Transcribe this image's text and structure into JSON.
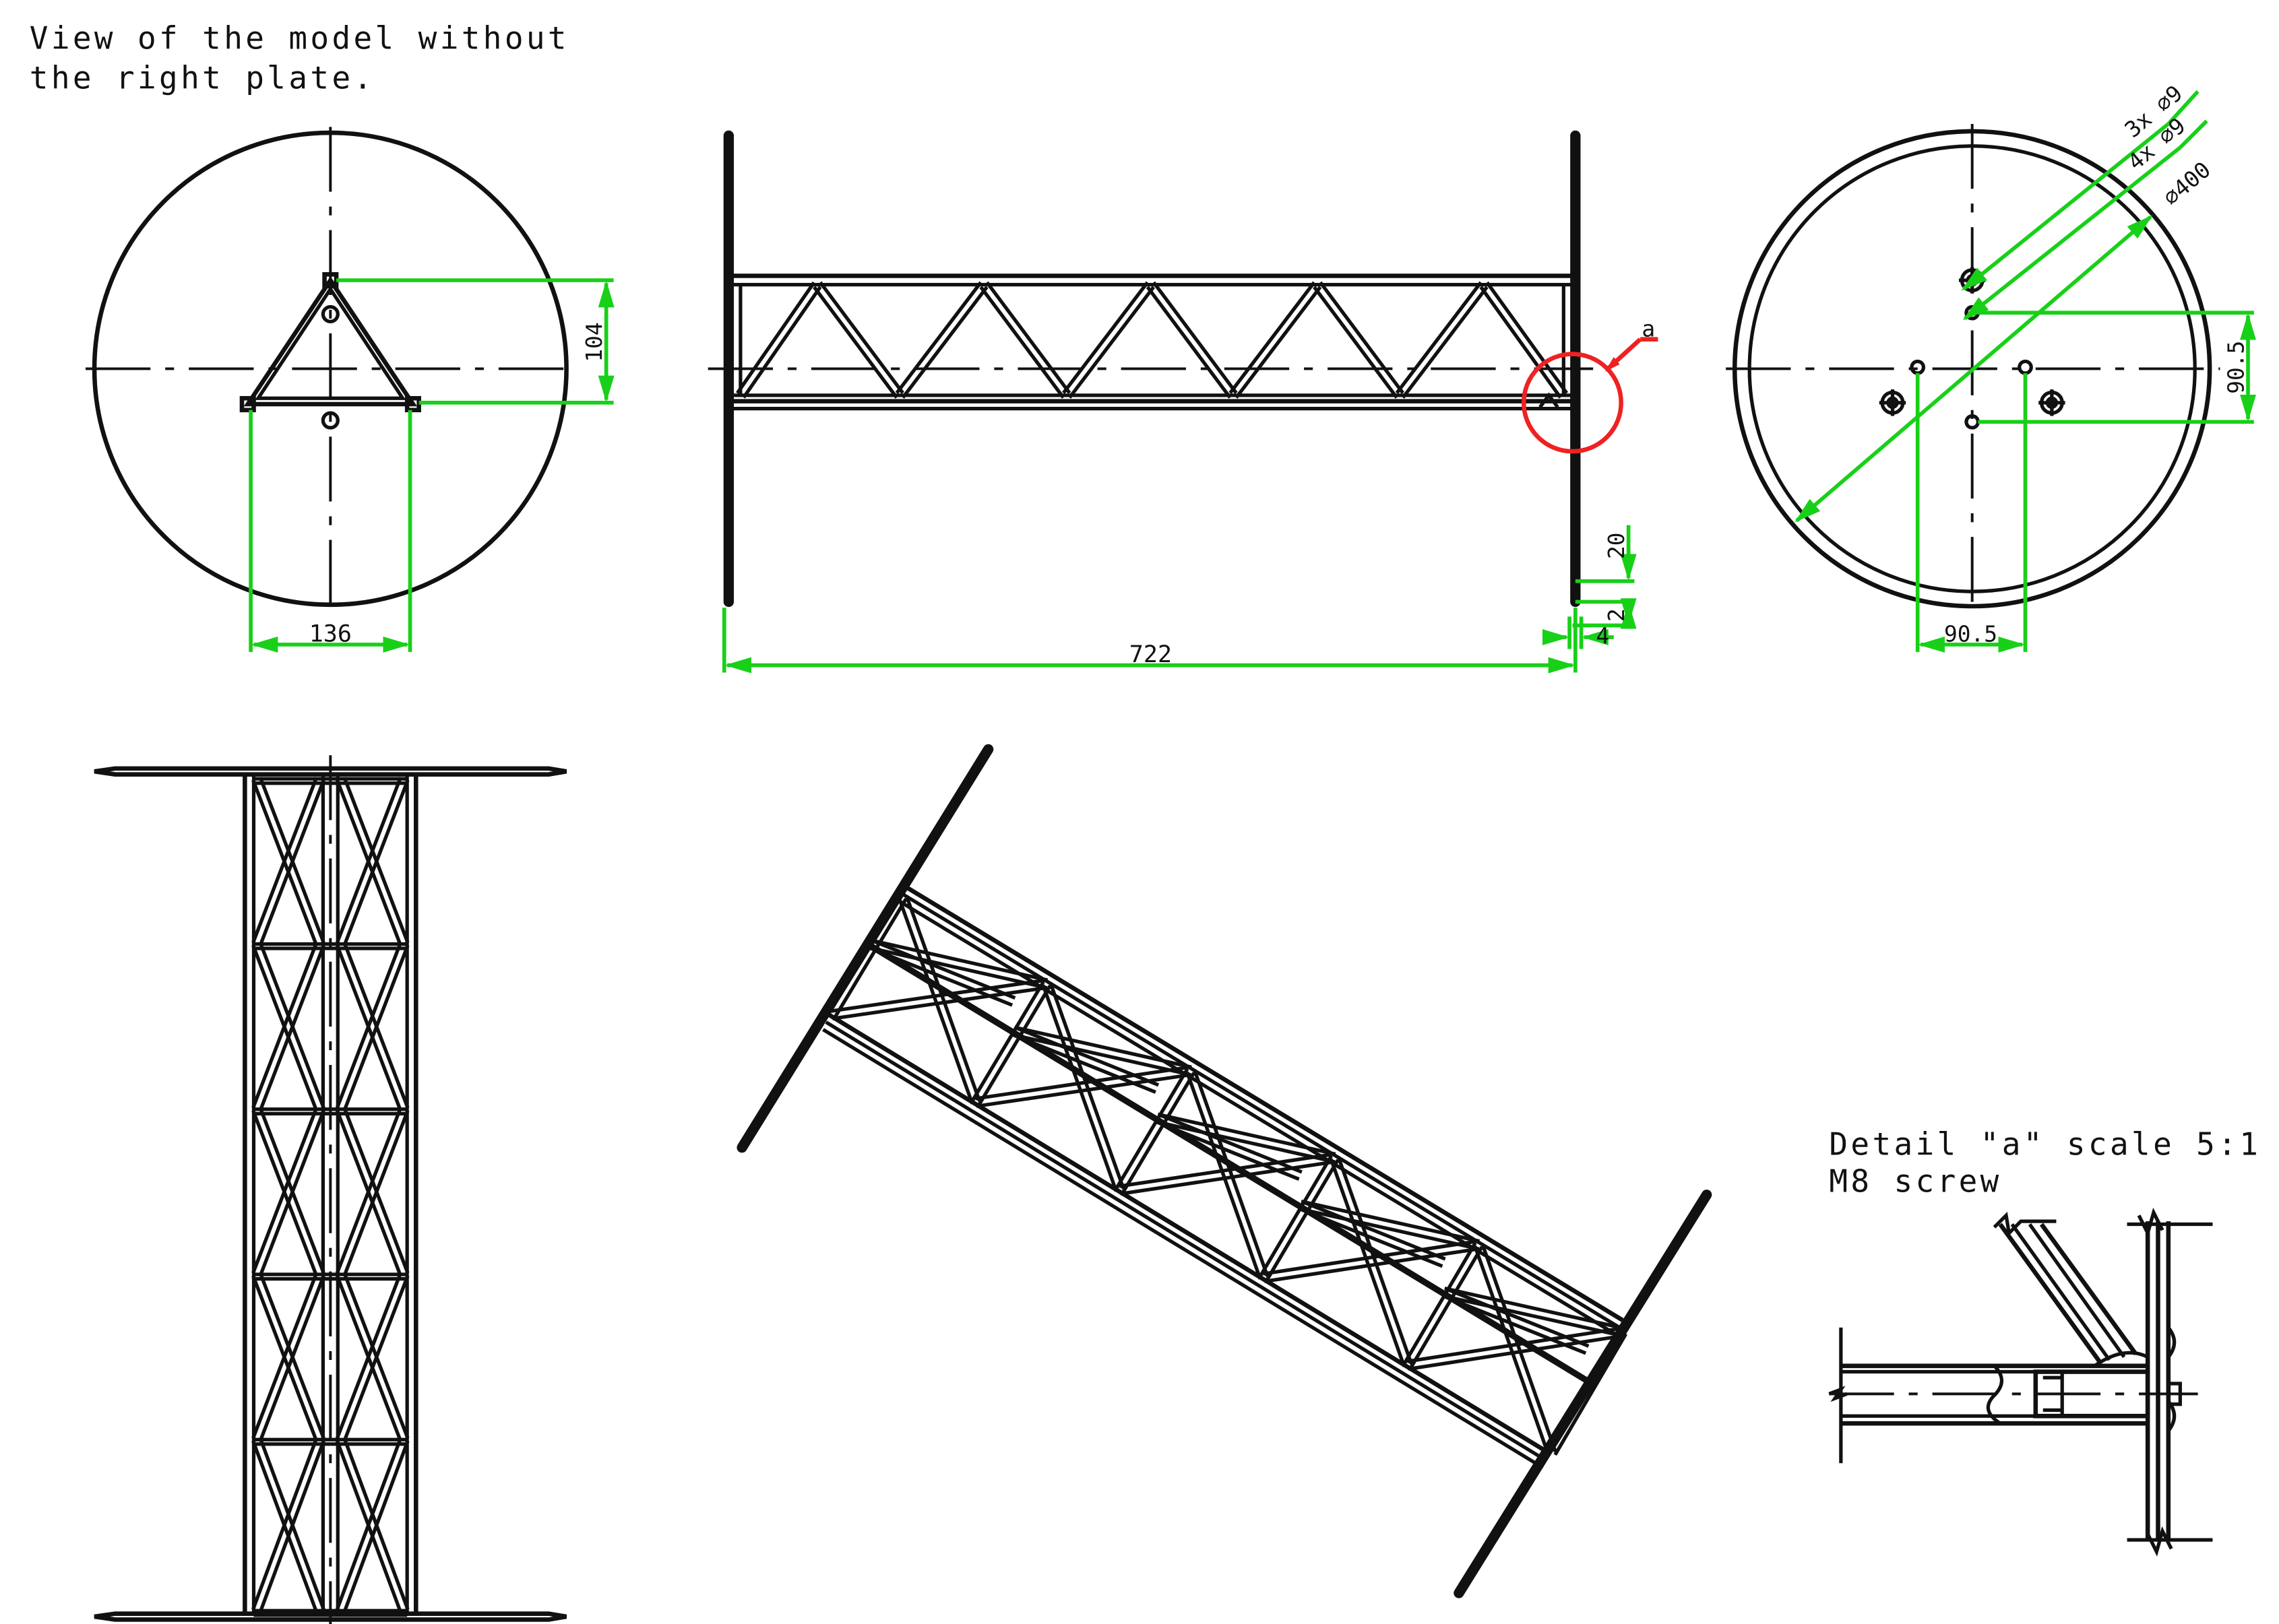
{
  "notes": {
    "top_left_line1": "View of the model without",
    "top_left_line2": "the right plate.",
    "detail_line1": "Detail \"a\" scale 5:1",
    "detail_line2": "M8 screw"
  },
  "dimensions": {
    "d104": "104",
    "d136": "136",
    "d722": "722",
    "d20": "20",
    "d2": "2",
    "d4": "4",
    "d905_vertical": "90.5",
    "d905_horizontal": "90.5",
    "holes_3x": "3x ⌀9",
    "holes_4x": "4x ⌀9",
    "plate_dia": "⌀400"
  },
  "callout": {
    "detail_letter": "a"
  },
  "colors": {
    "line": "#111111",
    "dimension": "#18d018",
    "callout": "#ee2222"
  }
}
